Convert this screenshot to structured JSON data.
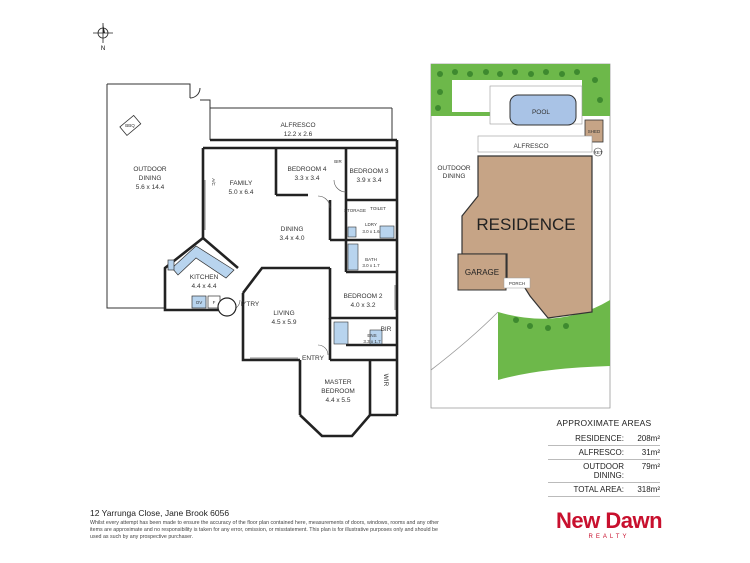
{
  "compass": {
    "label": "N"
  },
  "rooms": {
    "bbq": "BBQ",
    "outdoor_dining_name": "OUTDOOR",
    "outdoor_dining_name2": "DINING",
    "outdoor_dining_dim": "5.6 x 14.4",
    "alfresco_name": "ALFRESCO",
    "alfresco_dim": "12.2 x 2.6",
    "family_name": "FAMILY",
    "family_dim": "5.0 x 6.4",
    "ac": "A/C",
    "bedroom4_name": "BEDROOM 4",
    "bedroom4_dim": "3.3 x 3.4",
    "bedroom3_name": "BEDROOM 3",
    "bedroom3_dim": "3.9 x 3.4",
    "bir_small": "BIR",
    "dining_name": "DINING",
    "dining_dim": "3.4 x 4.0",
    "storage": "STORAGE",
    "toilet": "TOILET",
    "ldry_name": "LDRY",
    "ldry_dim": "3.0 x 1.6",
    "bath_name": "BATH",
    "bath_dim": "3.0 x 1.7",
    "kitchen_name": "KITCHEN",
    "kitchen_dim": "4.4 x 4.4",
    "ov": "OV",
    "f": "F",
    "ptry": "P'TRY",
    "living_name": "LIVING",
    "living_dim": "4.5 x 5.9",
    "bedroom2_name": "BEDROOM 2",
    "bedroom2_dim": "4.0 x 3.2",
    "bir": "BIR",
    "ens_name": "ENS",
    "ens_dim": "3.3 x 1.7",
    "entry": "ENTRY",
    "master_name": "MASTER",
    "master_name2": "BEDROOM",
    "master_dim": "4.4 x 5.5",
    "wir": "WIR"
  },
  "site": {
    "pool": "POOL",
    "shed": "SHED",
    "alfresco": "ALFRESCO",
    "outdoor_dining": "OUTDOOR",
    "outdoor_dining2": "DINING",
    "residence": "RESIDENCE",
    "garage": "GARAGE",
    "porch": "PORCH",
    "ret": "RET"
  },
  "areas": {
    "title": "APPROXIMATE AREAS",
    "rows": [
      {
        "label": "RESIDENCE:",
        "value": "208m²"
      },
      {
        "label": "ALFRESCO:",
        "value": "31m²"
      },
      {
        "label": "OUTDOOR DINING:",
        "value": "79m²"
      },
      {
        "label": "TOTAL AREA:",
        "value": "318m²"
      }
    ]
  },
  "footer": {
    "address": "12 Yarrunga Close, Jane Brook 6056",
    "disclaimer": "Whilst every attempt has been made to ensure the accuracy of the floor plan contained here, measurements of doors, windows, rooms and any other items are approximate and no responsibility is taken for any error, omission, or misstatement. This plan is for illustrative purposes only and should be used as such by any prospective purchaser."
  },
  "logo": {
    "brand": "New Dawn",
    "sub": "REALTY"
  },
  "colors": {
    "brand": "#c8102e",
    "residence": "#c6a486",
    "lawn": "#6db84a",
    "pool": "#a9c3e6",
    "fixtures": "#b8d4ee"
  }
}
